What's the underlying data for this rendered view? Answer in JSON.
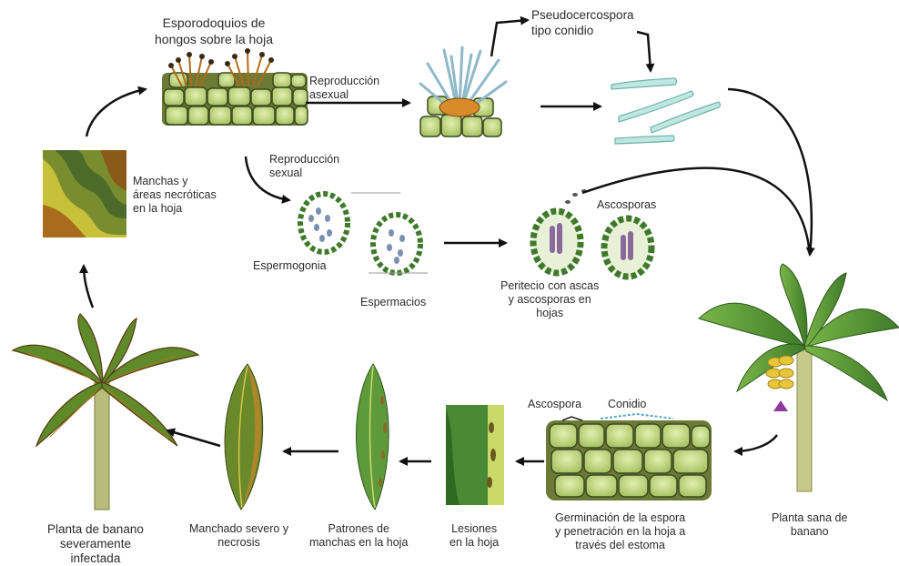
{
  "labels": {
    "esporodoquios": "Esporodoquios de\nhongos sobre la hoja",
    "pseudocercospora": "Pseudocercospora\ntipo conidio",
    "reproduccion_asexual": "Reproducción\nasexual",
    "reproduccion_sexual": "Reproducción\nsexual",
    "manchas_areas": "Manchas y\náreas necróticas\nen la hoja",
    "espermogonia": "Espermogonia",
    "espermacios": "Espermacios",
    "ascosporas": "Ascosporas",
    "peritecio": "Peritecio con ascas\ny ascosporas en\nhojas",
    "planta_sana": "Planta sana de\nbanano",
    "ascospora": "Ascospora",
    "conidio": "Conidio",
    "germinacion": "Germinación de la espora\ny penetración en la hoja a\ntravés del estoma",
    "lesiones": "Lesiones\nen la hoja",
    "patrones": "Patrones de\nmanchas en la hoja",
    "manchado_severo": "Manchado severo y\nnecrosis",
    "planta_infectada": "Planta de banano\nseveramente\ninfectada"
  },
  "colors": {
    "cell_fill": "#c9dd8e",
    "cell_stroke": "#3d4a22",
    "leaf_green": "#5e9a3a",
    "conidia": "#a8dcd6",
    "spot_brown": "#8a5a1e"
  }
}
